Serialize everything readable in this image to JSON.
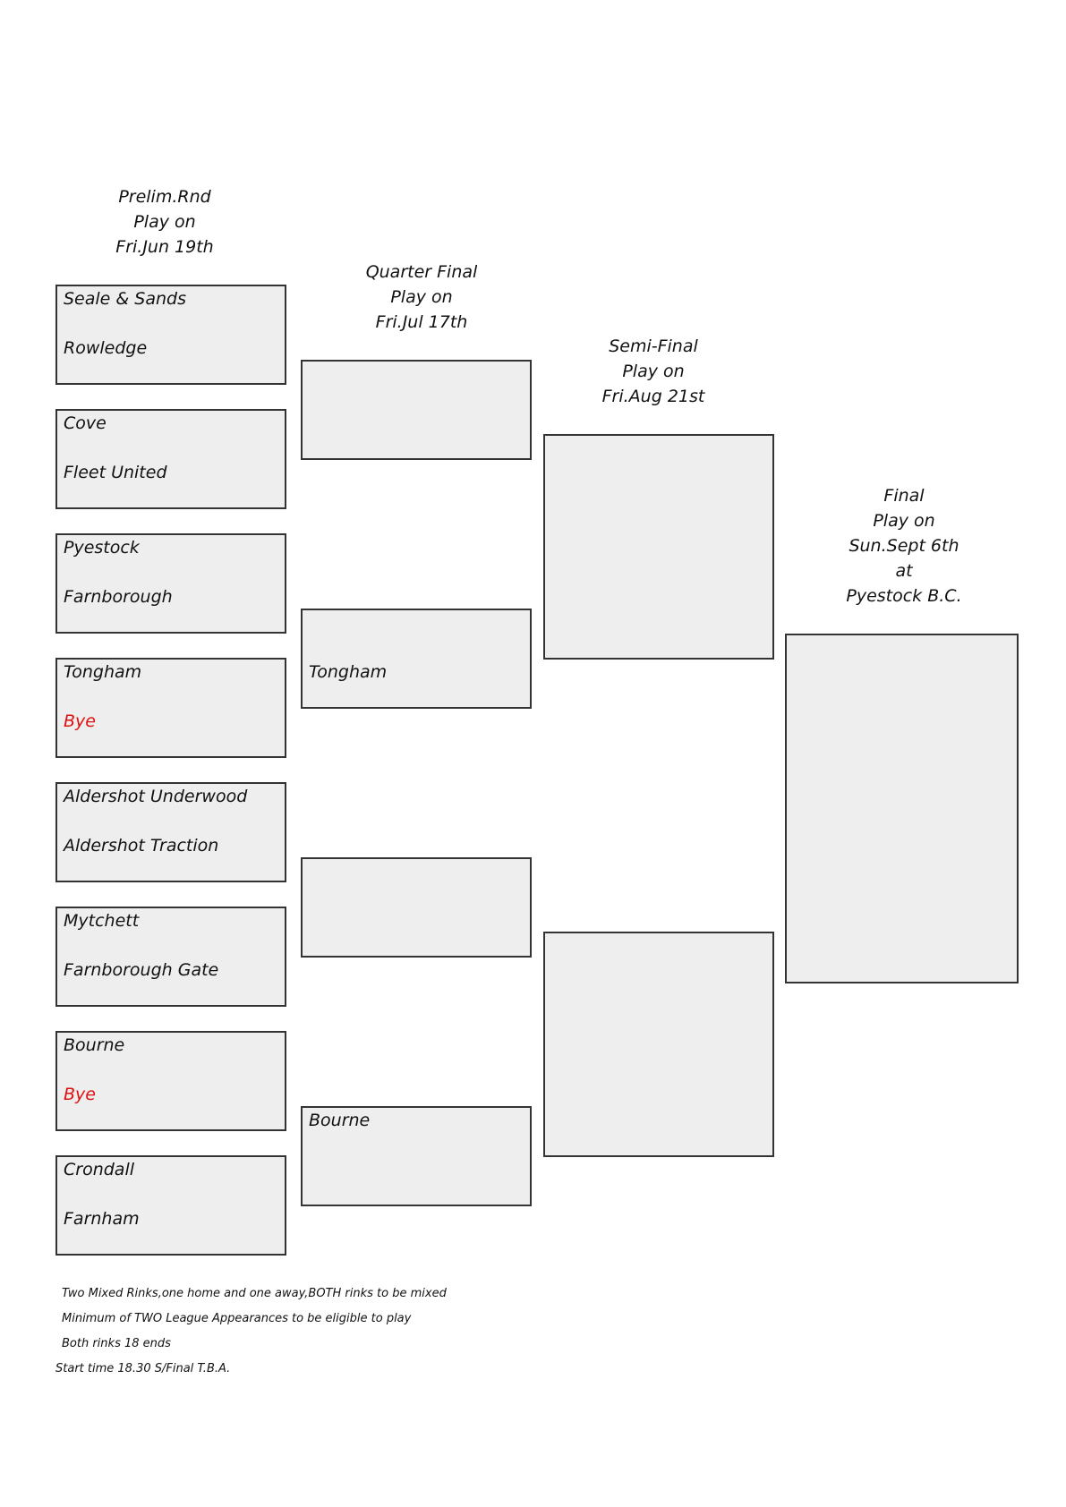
{
  "rounds": {
    "prelim": {
      "lines": [
        "Prelim.Rnd",
        "Play on",
        "Fri.Jun 19th"
      ]
    },
    "quarter": {
      "lines": [
        "Quarter Final",
        "Play on",
        "Fri.Jul 17th"
      ]
    },
    "semi": {
      "lines": [
        "Semi-Final",
        "Play on",
        "Fri.Aug 21st"
      ]
    },
    "final": {
      "lines": [
        "Final",
        "Play on",
        "Sun.Sept 6th",
        "at",
        "Pyestock B.C."
      ]
    }
  },
  "prelim_matches": [
    {
      "home": "Seale & Sands",
      "away": "Rowledge"
    },
    {
      "home": "Cove",
      "away": "Fleet United"
    },
    {
      "home": "Pyestock",
      "away": "Farnborough"
    },
    {
      "home": "Tongham",
      "away": "Bye"
    },
    {
      "home": "Aldershot Underwood",
      "away": "Aldershot Traction"
    },
    {
      "home": "Mytchett",
      "away": "Farnborough Gate"
    },
    {
      "home": "Bourne",
      "away": "Bye"
    },
    {
      "home": "Crondall",
      "away": "Farnham"
    }
  ],
  "quarter_matches": [
    {
      "home": "",
      "away": ""
    },
    {
      "home": "",
      "away": "Tongham"
    },
    {
      "home": "",
      "away": ""
    },
    {
      "home": "Bourne",
      "away": ""
    }
  ],
  "semi_matches": [
    {
      "home": "",
      "away": ""
    },
    {
      "home": "",
      "away": ""
    }
  ],
  "final_match": {
    "home": "",
    "away": ""
  },
  "colors": {
    "bye": "#dd1111",
    "box_fill": "#eeeeee",
    "box_border": "#333333"
  },
  "notes": [
    "Two Mixed Rinks,one home and one away,BOTH rinks to be mixed",
    "Minimum of TWO League Appearances to be eligible to play",
    "Both rinks 18 ends",
    "Start time 18.30 S/Final T.B.A."
  ]
}
